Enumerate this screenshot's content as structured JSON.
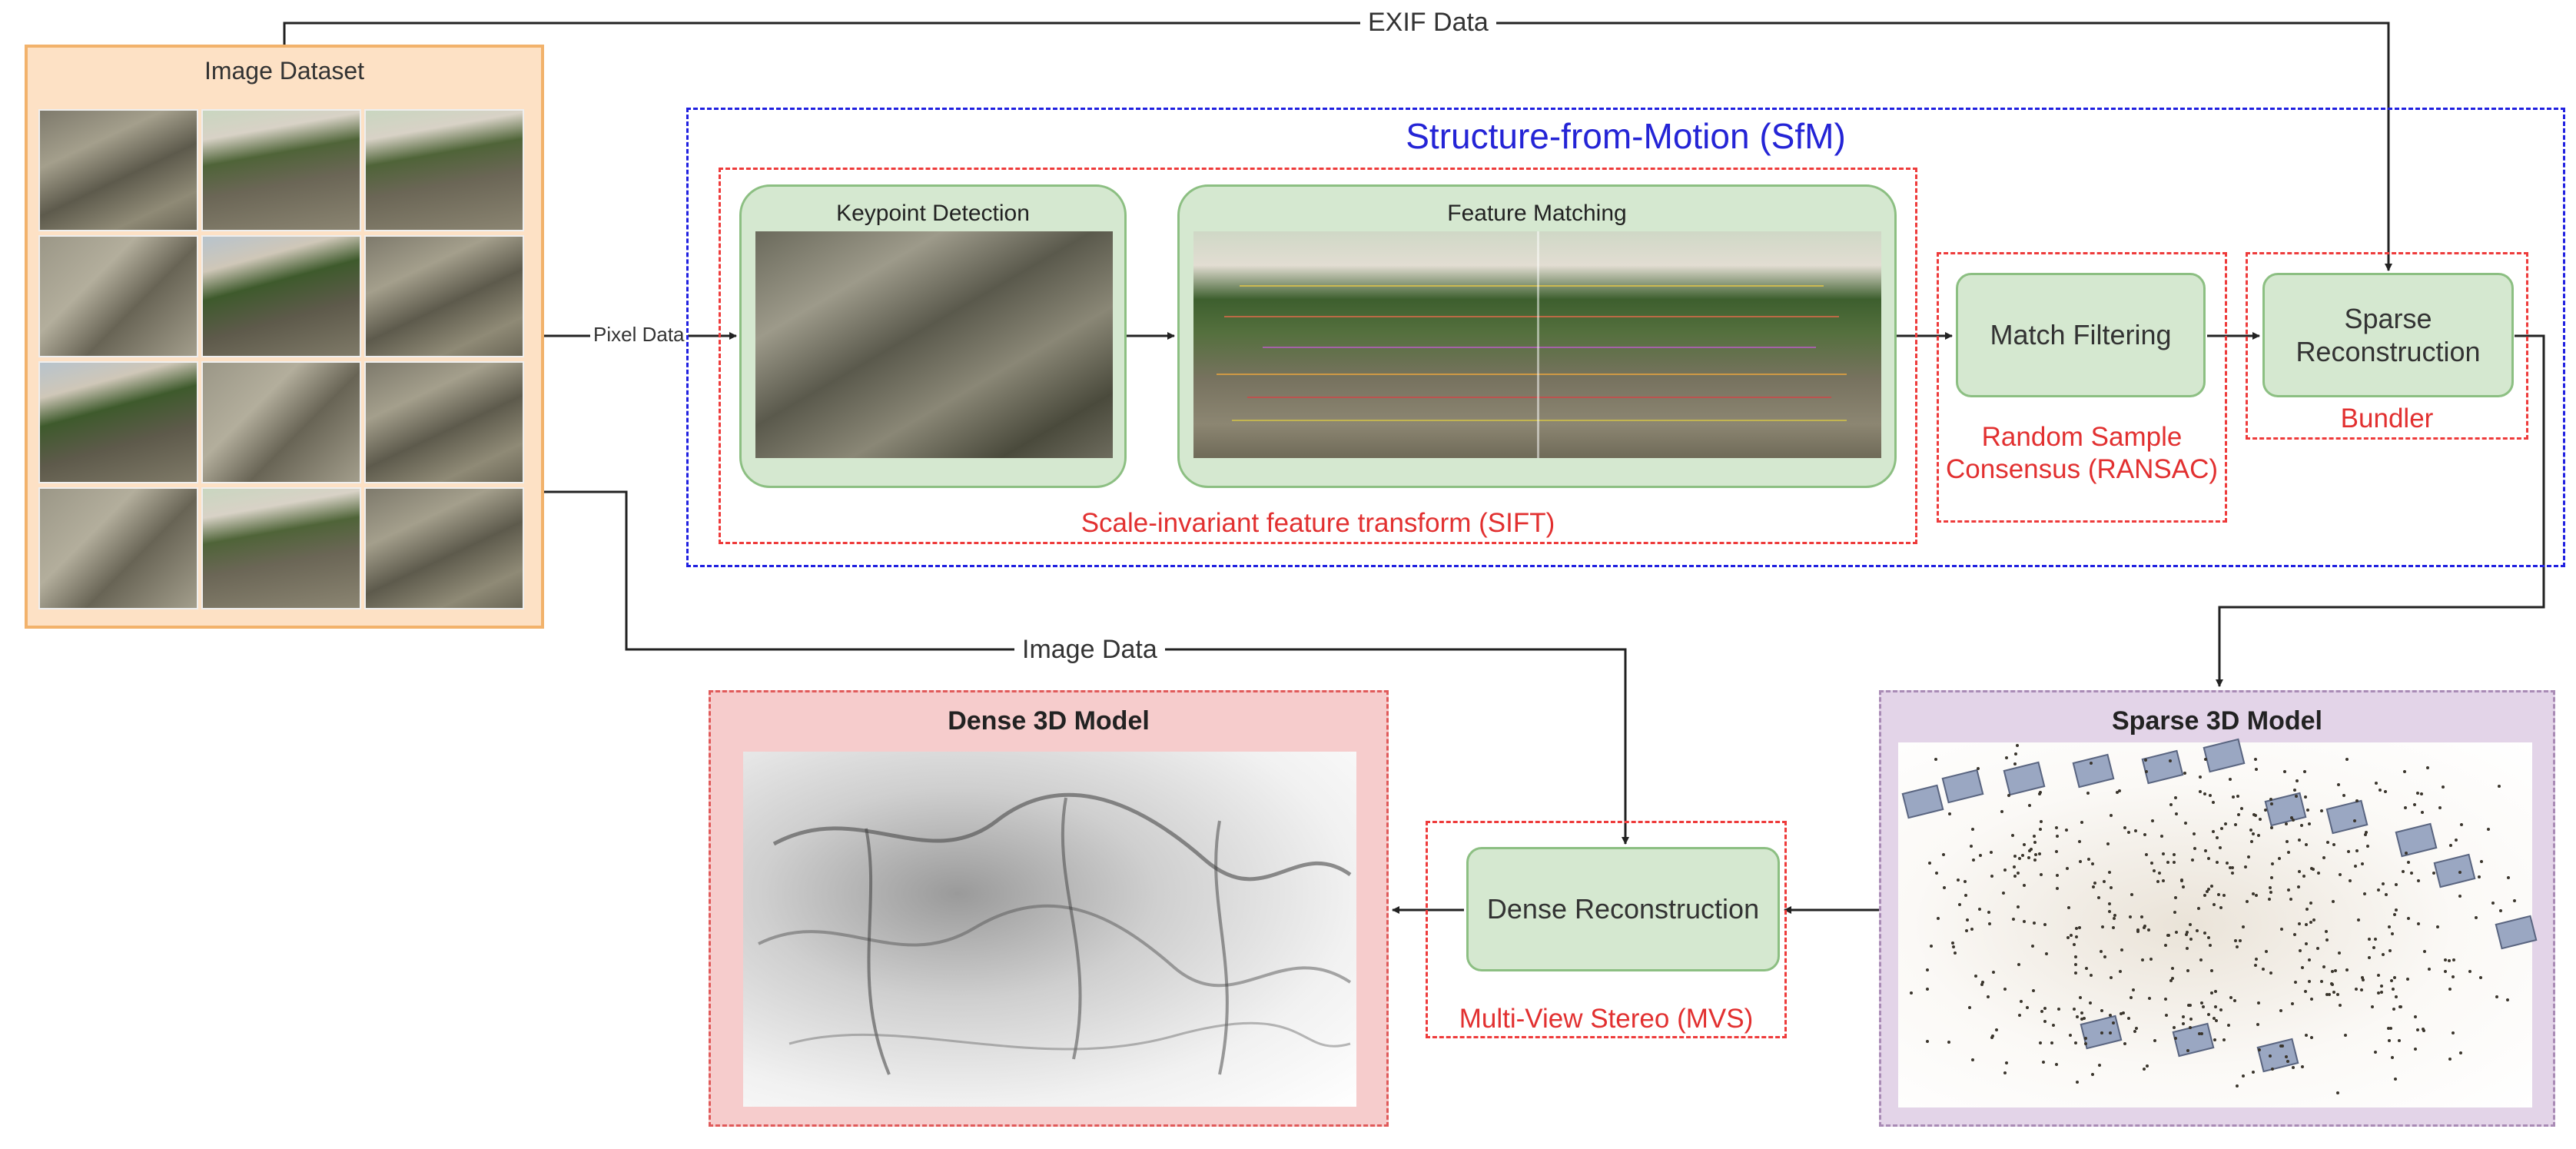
{
  "dataset": {
    "title": "Image Dataset"
  },
  "sfm": {
    "title": "Structure-from-Motion (SfM)",
    "sift": {
      "label": "Scale-invariant feature transform (SIFT)",
      "keypoint_title": "Keypoint Detection",
      "matching_title": "Feature Matching"
    },
    "ransac": {
      "box": "Match Filtering",
      "label": "Random Sample Consensus (RANSAC)"
    },
    "bundler": {
      "box": "Sparse Reconstruction",
      "label": "Bundler"
    }
  },
  "wires": {
    "exif": "EXIF Data",
    "pixel": "Pixel Data",
    "image": "Image Data"
  },
  "dense_model": {
    "title": "Dense 3D Model"
  },
  "sparse_model": {
    "title": "Sparse 3D Model"
  },
  "mvs": {
    "box": "Dense Reconstruction",
    "label": "Multi-View Stereo (MVS)"
  },
  "colors": {
    "sfm_border": "#2020e0",
    "red_dash": "#ee3b3b",
    "green_fill": "#d5e8d0",
    "green_border": "#8cbf82",
    "dataset_fill": "#fde1c5",
    "dataset_border": "#f2b26b",
    "dense_fill": "#f6cccc",
    "sparse_fill": "#e3d4e8"
  }
}
